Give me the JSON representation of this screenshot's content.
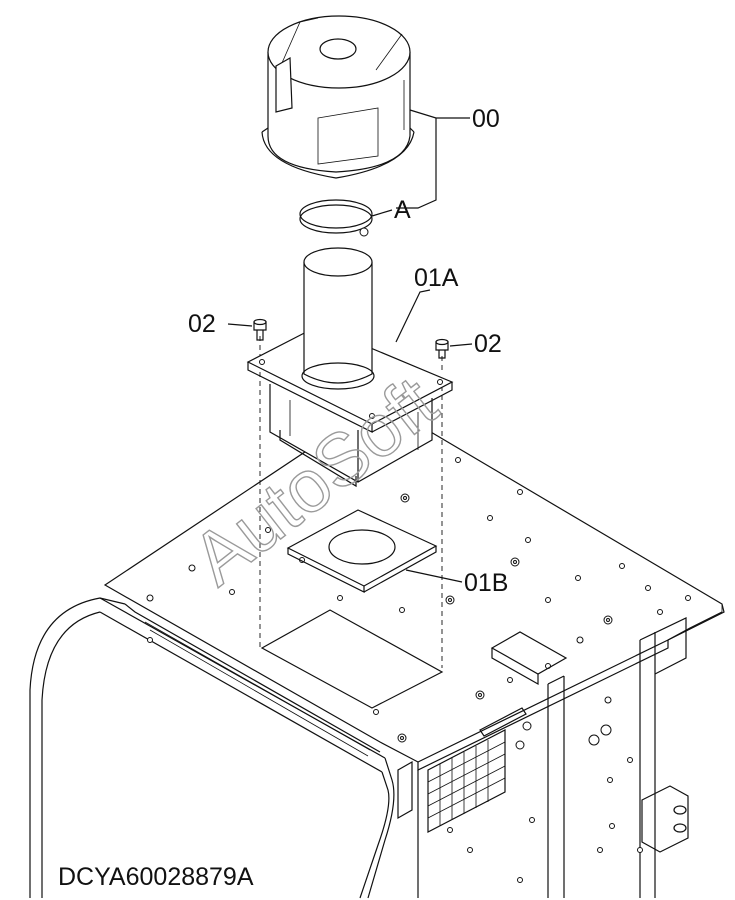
{
  "diagram": {
    "labels": {
      "part_00": "00",
      "part_A": "A",
      "part_01A": "01A",
      "part_02_left": "02",
      "part_02_right": "02",
      "part_01B": "01B"
    },
    "document_code": "DCYA60028879A",
    "watermark": "AutoSoft"
  }
}
